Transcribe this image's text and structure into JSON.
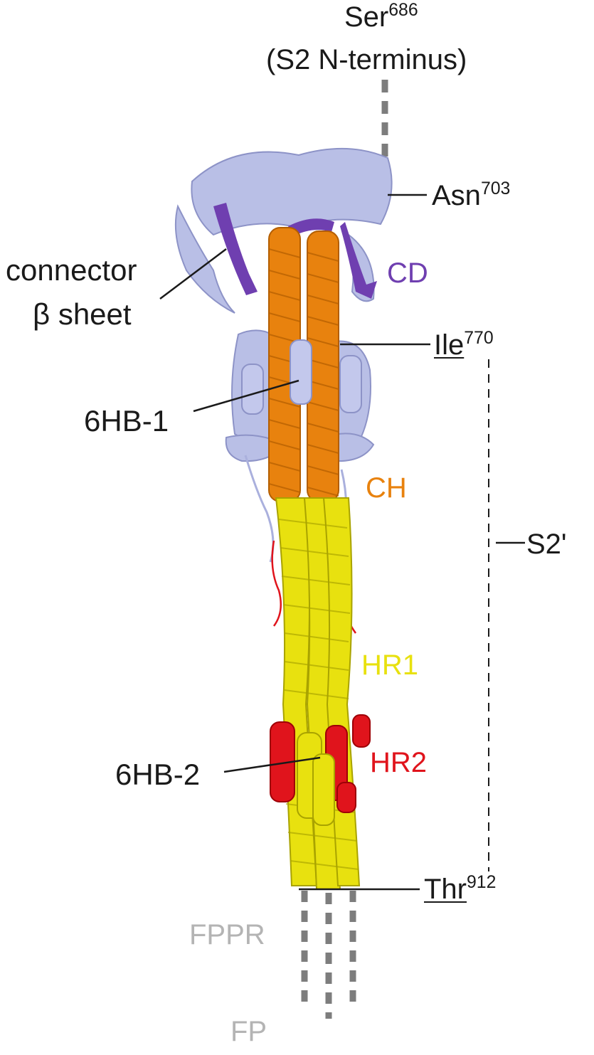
{
  "colors": {
    "background": "#ffffff",
    "connector_domain": "#b9bfe6",
    "cd": "#6f3fb0",
    "ch": "#e8820e",
    "hr1": "#e8e10f",
    "hr2": "#e0141c",
    "leader": "#1a1a1a",
    "dashed_gray": "#7d7d7d",
    "light_label": "#b4b4b4"
  },
  "labels": {
    "ser_name": "Ser",
    "ser_num": "686",
    "ser_note": "(S2 N-terminus)",
    "asn_name": "Asn",
    "asn_num": "703",
    "connector_line1": "connector",
    "connector_line2": "β sheet",
    "cd": "CD",
    "ile_name": "Ile",
    "ile_num": "770",
    "hb1": "6HB-1",
    "ch": "CH",
    "s2prime": "S2'",
    "hr1": "HR1",
    "hr2": "HR2",
    "hb2": "6HB-2",
    "thr_name": "Thr",
    "thr_num": "912",
    "fppr": "FPPR",
    "fp": "FP"
  }
}
